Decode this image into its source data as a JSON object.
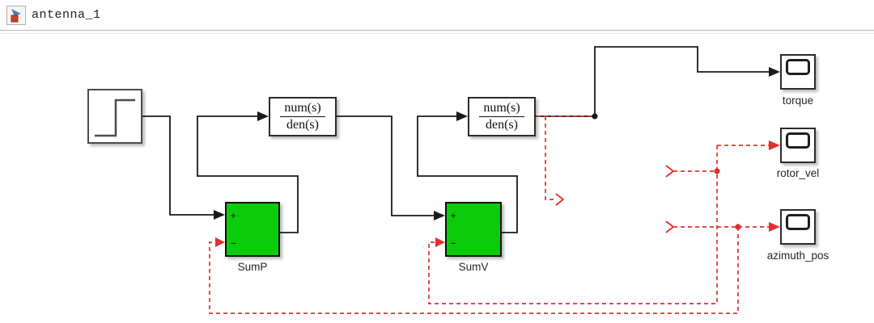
{
  "tab": {
    "title": "antenna_1"
  },
  "blocks": {
    "tf1": {
      "num": "num(s)",
      "den": "den(s)"
    },
    "tf2": {
      "num": "num(s)",
      "den": "den(s)"
    },
    "sump": {
      "label": "SumP",
      "plus": "+",
      "minus": "−"
    },
    "sumv": {
      "label": "SumV",
      "plus": "+",
      "minus": "−"
    },
    "scopes": {
      "torque": "torque",
      "rotor": "rotor_vel",
      "azimuth": "azimuth_pos"
    }
  },
  "colors": {
    "sum_fill": "#0bcc0b",
    "wire_black": "#1a1a1a",
    "disconnected_red": "#e03030",
    "tab_icon_blue": "#4a7ab5",
    "tab_icon_red": "#cc4422"
  }
}
